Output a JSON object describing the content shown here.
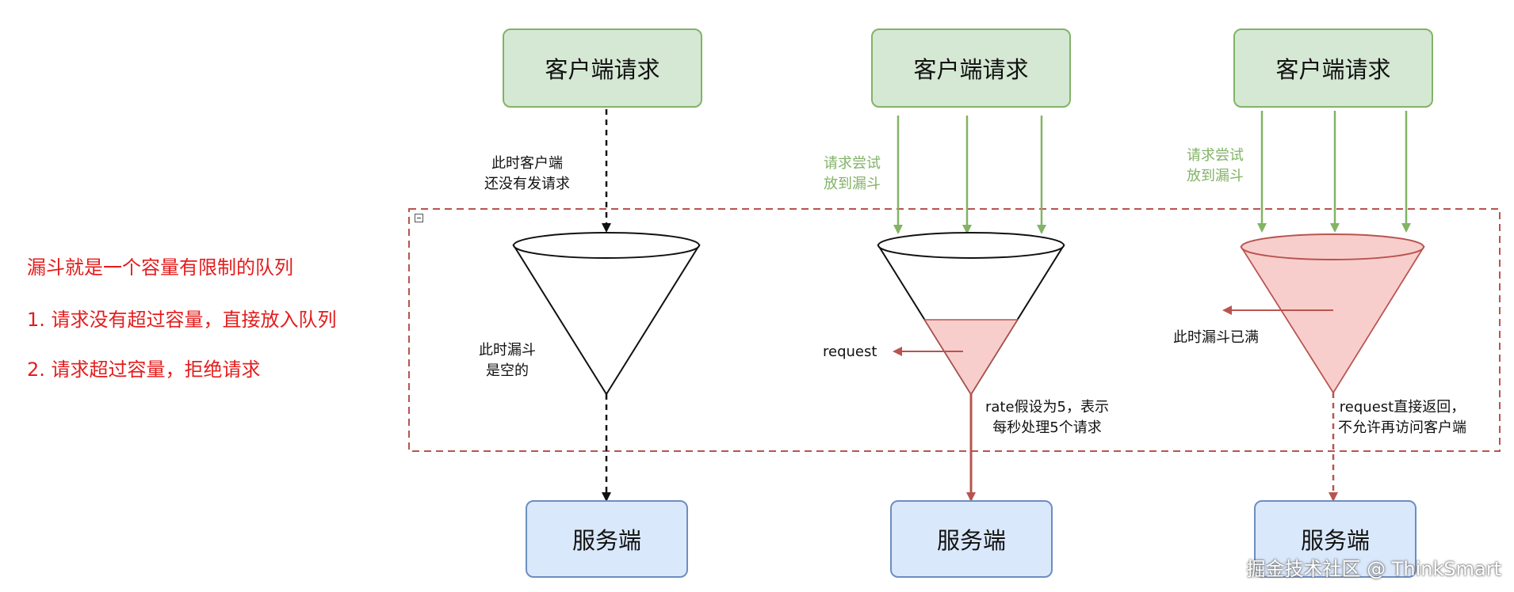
{
  "note": {
    "line1": "漏斗就是一个容量有限制的队列",
    "line2": "1. 请求没有超过容量，直接放入队列",
    "line3": "2. 请求超过容量，拒绝请求"
  },
  "columns": [
    {
      "client": "客户端请求",
      "server": "服务端",
      "arrow_label": "此时客户端\n还没有发请求",
      "funnel_label": "此时漏斗\n是空的",
      "funnel_fill": 0
    },
    {
      "client": "客户端请求",
      "server": "服务端",
      "arrow_label": "请求尝试\n放到漏斗",
      "side_label": "request",
      "rate_label": "rate假设为5，表示\n每秒处理5个请求",
      "funnel_fill": 0.5
    },
    {
      "client": "客户端请求",
      "server": "服务端",
      "arrow_label": "请求尝试\n放到漏斗",
      "side_label": "此时漏斗已满",
      "reject_label": "request直接返回，\n不允许再访问客户端",
      "funnel_fill": 1
    }
  ],
  "colors": {
    "client_fill": "#d5e8d4",
    "client_stroke": "#82b366",
    "server_fill": "#dae8fc",
    "server_stroke": "#6c8ebf",
    "accent_red": "#b85450",
    "funnel_fill": "#f8cecc",
    "dashed_border": "#b85450",
    "note_red": "#e41c1c"
  },
  "watermark": "掘金技术社区 @ ThinkSmart"
}
